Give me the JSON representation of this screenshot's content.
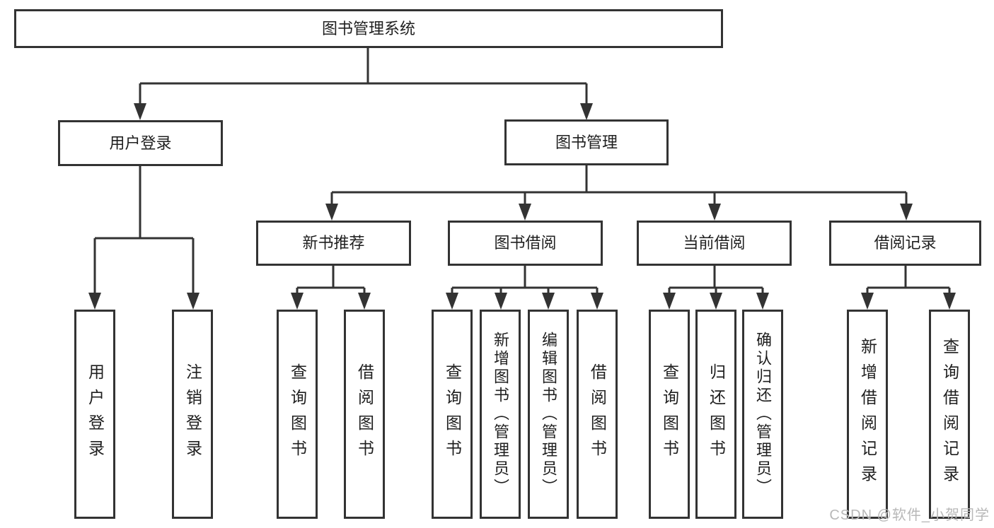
{
  "colors": {
    "line": "#333333",
    "box_border": "#333333",
    "text": "#1f1f1f",
    "watermark": "#b8b8b8",
    "background": "#ffffff"
  },
  "nodes": {
    "root": "图书管理系统",
    "level2": {
      "user_login": "用户登录",
      "book_mgmt": "图书管理"
    },
    "level3": {
      "new_book_rec": "新书推荐",
      "book_borrow": "图书借阅",
      "current_borrow": "当前借阅",
      "borrow_record": "借阅记录"
    },
    "leaves": {
      "user_login": "用户登录",
      "logout": "注销登录",
      "rec_query_book": "查询图书",
      "rec_borrow_book": "借阅图书",
      "bb_query_book": "查询图书",
      "bb_add_book": "新增图书（管理员）",
      "bb_edit_book": "编辑图书（管理员）",
      "bb_borrow_book": "借阅图书",
      "cb_query_book": "查询图书",
      "cb_return_book": "归还图书",
      "cb_confirm_return": "确认归还（管理员）",
      "br_add_record": "新增借阅记录",
      "br_query_record": "查询借阅记录"
    }
  },
  "watermark": "CSDN @软件_小贺同学"
}
